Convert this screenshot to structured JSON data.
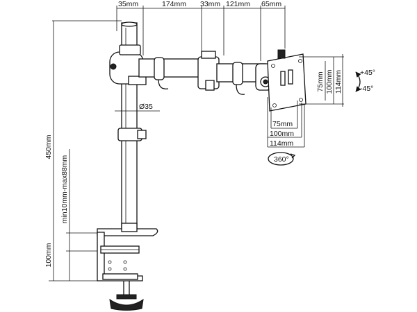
{
  "dimensions": {
    "top": [
      "35mm",
      "174mm",
      "33mm",
      "121mm",
      "65mm"
    ],
    "pole_diameter": "Ø35",
    "total_height": "450mm",
    "clamp_range": "min10mm-max88mm",
    "clamp_height": "100mm",
    "vesa_inner_h": "75mm",
    "vesa_outer_h": "100mm",
    "vesa_plate_h": "114mm",
    "vesa_inner_w": "75mm",
    "vesa_outer_w": "100mm",
    "vesa_plate_w": "114mm",
    "tilt_up": "+45°",
    "tilt_down": "-45°",
    "rotation": "360°"
  }
}
